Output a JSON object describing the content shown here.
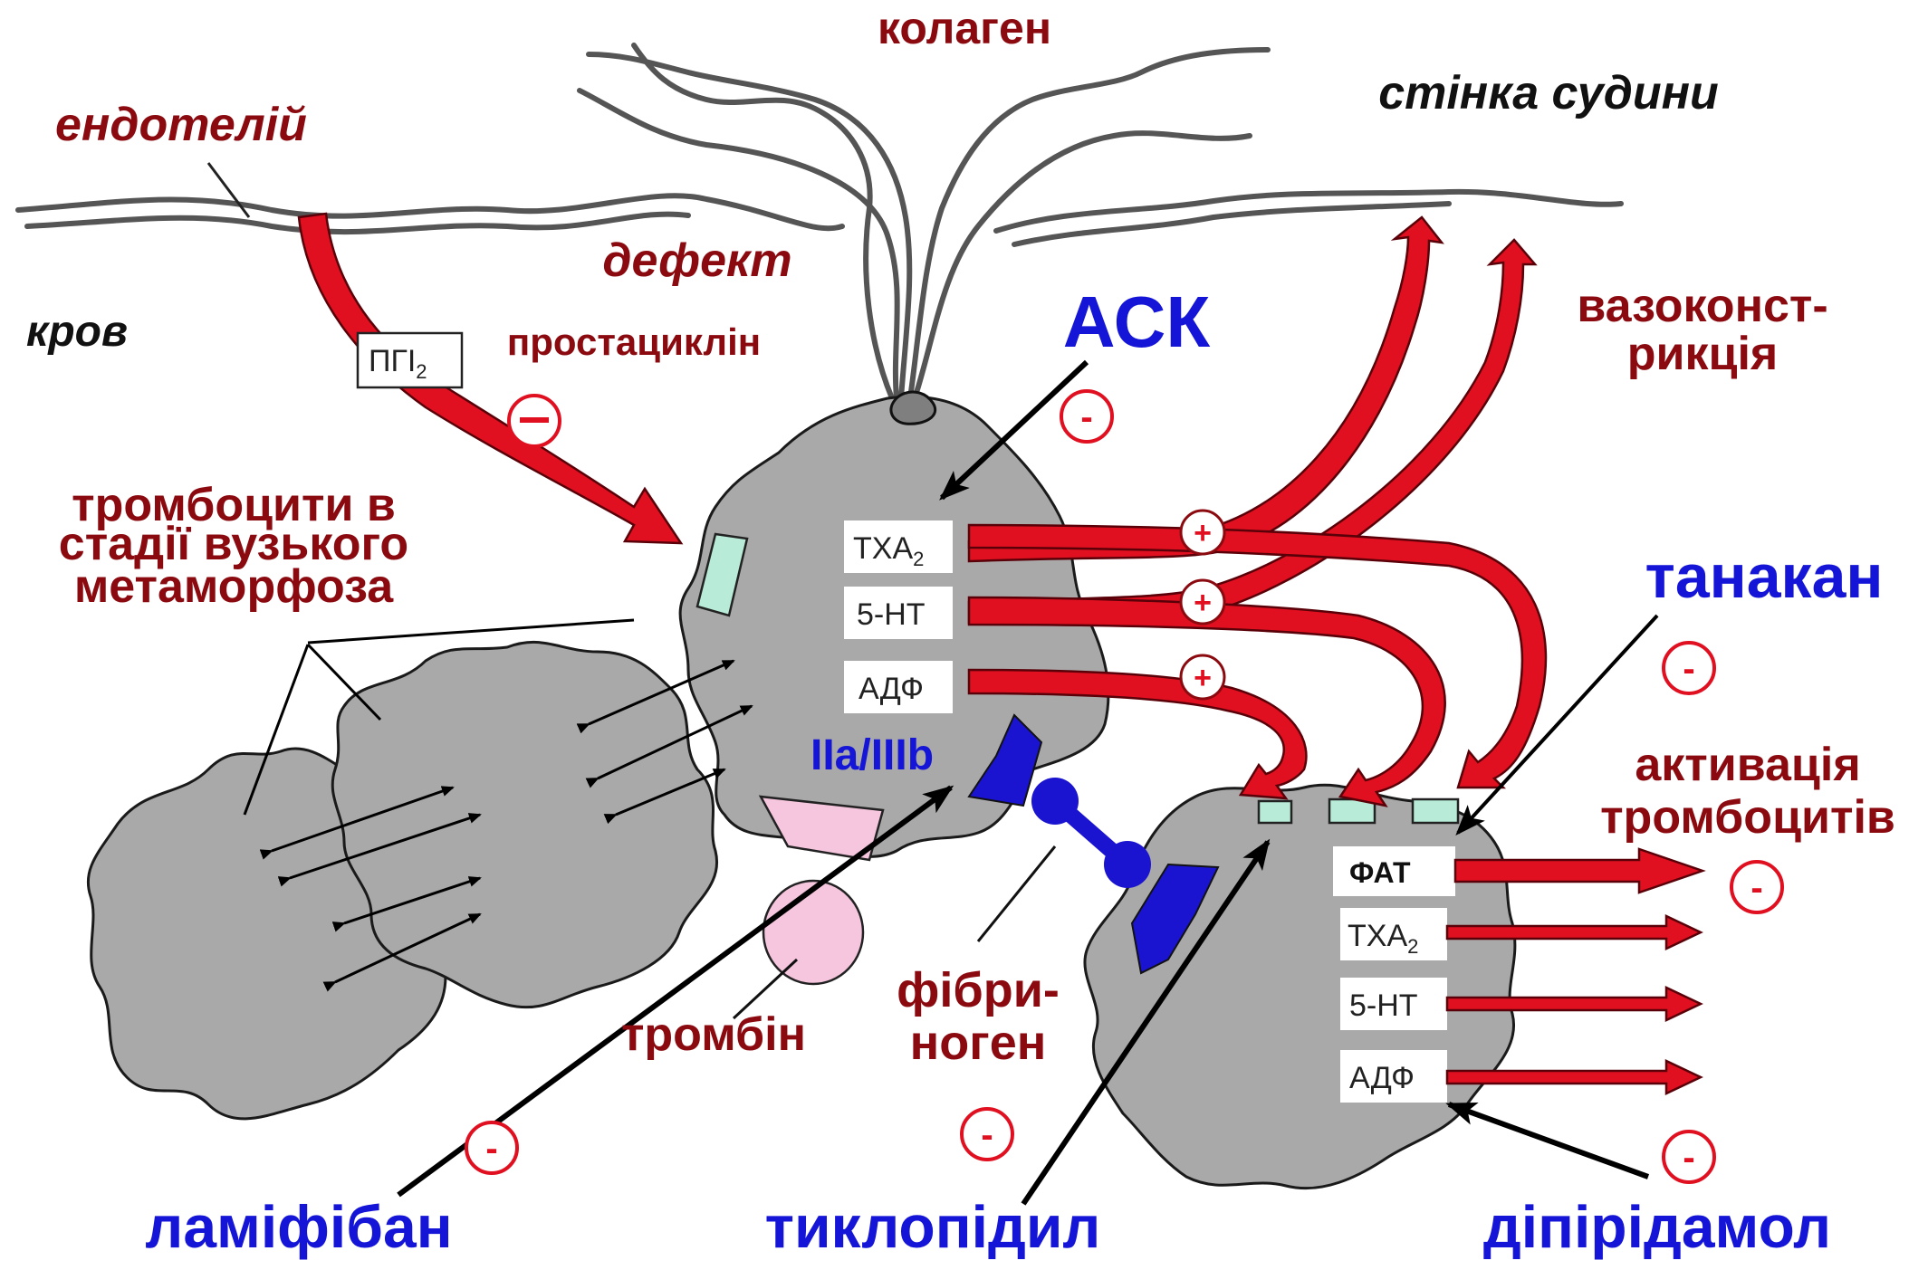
{
  "labels": {
    "collagen": "колаген",
    "vessel_wall": "стінка судини",
    "endothelium": "ендотелій",
    "defect": "дефект",
    "blood": "кров",
    "prostacyclin": "простациклін",
    "pgi2": "ПГІ",
    "pgi2_sub": "2",
    "asa": "АСК",
    "vasoconstriction_1": "вазоконст-",
    "vasoconstriction_2": "рикція",
    "platelets_1": "тромбоцити в",
    "platelets_2": "стадії вузького",
    "platelets_3": "метаморфоза",
    "tanakan": "танакан",
    "activation_1": "активація",
    "activation_2": "тромбоцитів",
    "receptor": "IIa/IIIb",
    "thrombin": "тромбін",
    "fibrinogen_1": "фібри-",
    "fibrinogen_2": "ноген",
    "lamifiban": "ламіфібан",
    "ticlopidine": "тиклопідил",
    "dipyridamole": "діпірідамол"
  },
  "mediators_left": [
    {
      "main": "TXA",
      "sub": "2"
    },
    {
      "main": "5-HT",
      "sub": ""
    },
    {
      "main": "АДФ",
      "sub": ""
    }
  ],
  "mediators_right": [
    {
      "main": "ФАТ",
      "sub": ""
    },
    {
      "main": "TXA",
      "sub": "2"
    },
    {
      "main": "5-HT",
      "sub": ""
    },
    {
      "main": "АДФ",
      "sub": ""
    }
  ],
  "signs": {
    "minus": "-",
    "plus": "+"
  },
  "colors": {
    "label_red": "#8b0a10",
    "label_blue": "#1515d8",
    "arrow_red": "#e01020",
    "platelet_gray": "#a9a9a9",
    "receptor_mint": "#b8ecd8",
    "thrombin_pink": "#f6c6de",
    "fibrinogen_blue": "#1a14d0"
  }
}
